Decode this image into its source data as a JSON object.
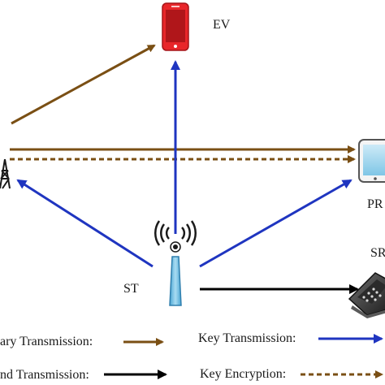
{
  "nodes": {
    "ev": {
      "label": "EV",
      "icon": "smartphone-icon",
      "color": "#e8262a"
    },
    "pr": {
      "label": "PR",
      "icon": "tablet-icon",
      "color": "#7fc6e6"
    },
    "st": {
      "label": "ST",
      "icon": "antenna-tower-icon",
      "color": "#7fc6e6"
    },
    "sr": {
      "label": "SR",
      "icon": "slider-phone-icon",
      "color": "#3a3a3a"
    },
    "pt": {
      "icon": "transmission-tower-icon",
      "color": "#1a1a1a"
    }
  },
  "legend": {
    "primary": {
      "label": "ary Transmission:",
      "color": "#7a4f14",
      "style": "solid"
    },
    "second": {
      "label": "nd Transmission:",
      "color": "#000000",
      "style": "solid"
    },
    "key_transmission": {
      "label": "Key Transmission:",
      "color": "#1f35c0",
      "style": "solid"
    },
    "key_encryption": {
      "label": "Key Encryption:",
      "color": "#7a4f14",
      "style": "dashed"
    }
  },
  "colors": {
    "primary_arrow": "#7a4f14",
    "key_arrow": "#1f35c0",
    "second_arrow": "#000000"
  }
}
